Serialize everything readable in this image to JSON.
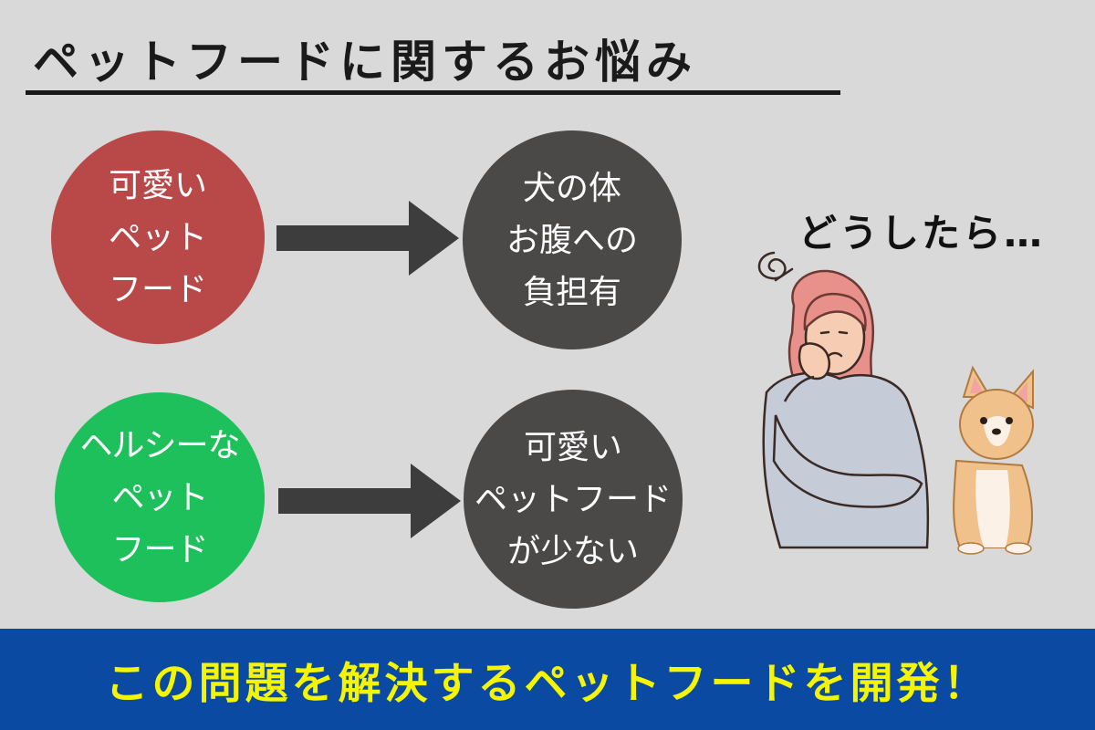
{
  "title": "ペットフードに関するお悩み",
  "row1": {
    "cause_lines": [
      "可愛い",
      "ペット",
      "フード"
    ],
    "effect_lines": [
      "犬の体",
      "お腹への",
      "負担有"
    ]
  },
  "row2": {
    "cause_lines": [
      "ヘルシーな",
      "ペット",
      "フード"
    ],
    "effect_lines": [
      "可愛い",
      "ペットフード",
      "が少ない"
    ]
  },
  "question": "どうしたら…",
  "banner": "この問題を解決するペットフードを開発！",
  "colors": {
    "background": "#d9d9d9",
    "red_circle": "#b94848",
    "green_circle": "#1ec05c",
    "dark_circle": "#4b4848",
    "arrow": "#3d3d3d",
    "banner_bg": "#0a4aa3",
    "banner_text": "#f5f500"
  },
  "icons": [
    "arrow-right-icon",
    "worried-woman-illustration",
    "corgi-dog-illustration",
    "confusion-scribble-icon"
  ]
}
